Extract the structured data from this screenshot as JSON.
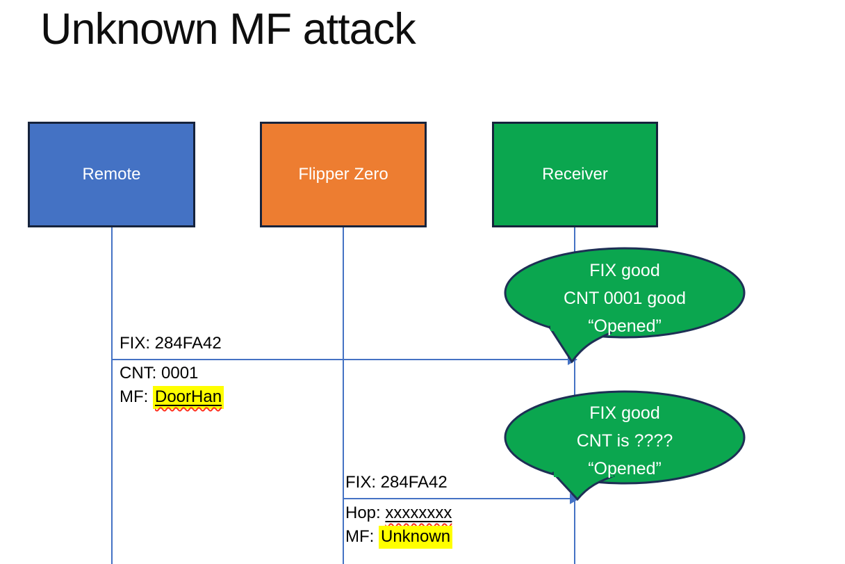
{
  "title": "Unknown MF attack",
  "actors": [
    {
      "label": "Remote",
      "fill": "#4472C4"
    },
    {
      "label": "Flipper Zero",
      "fill": "#ED7D31"
    },
    {
      "label": "Receiver",
      "fill": "#0BA64F"
    }
  ],
  "messages": [
    {
      "from": "Remote",
      "to": "Receiver",
      "above_line": "FIX: 284FA42",
      "line2": "CNT: 0001",
      "line3_prefix": "MF: ",
      "line3_value": "DoorHan"
    },
    {
      "from": "Flipper Zero",
      "to": "Receiver",
      "above_line": "FIX: 284FA42",
      "line2_prefix": "Hop: ",
      "line2_value": "xxxxxxxx",
      "line3_prefix": "MF: ",
      "line3_value": "Unknown"
    }
  ],
  "bubbles": [
    {
      "lines": [
        "FIX good",
        "CNT 0001 good",
        "“Opened”"
      ]
    },
    {
      "lines": [
        "FIX good",
        "CNT is ????",
        "“Opened”"
      ]
    }
  ],
  "colors": {
    "actor_border": "#16233C",
    "bubble_fill": "#0BA64F",
    "bubble_border": "#1E2F55",
    "connector_blue": "#4472C4",
    "highlight_yellow": "#FFFF00",
    "squiggle_red": "#FF2F1F"
  }
}
